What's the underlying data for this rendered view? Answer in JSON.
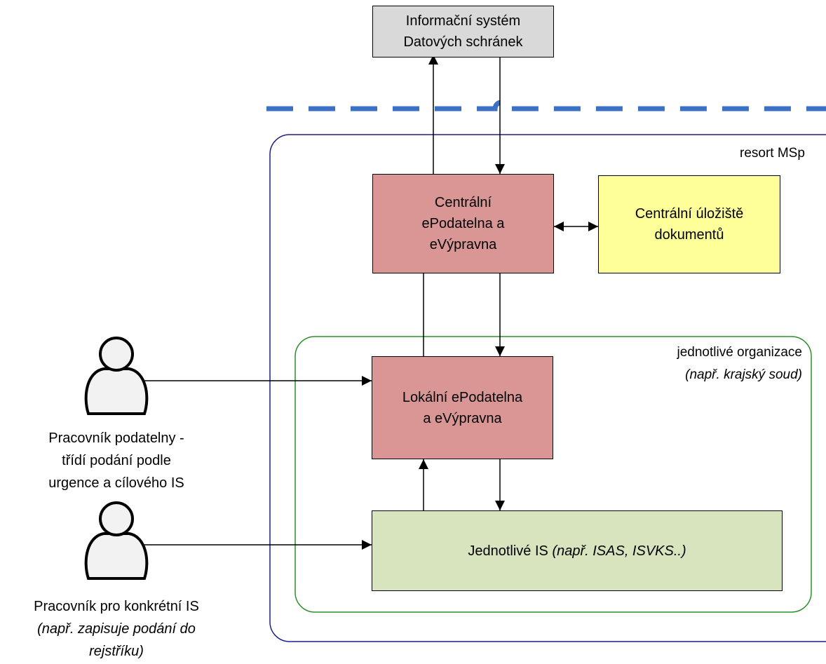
{
  "boxes": {
    "ids": {
      "line1": "Informační systém",
      "line2": "Datových schránek"
    },
    "central": {
      "line1": "Centrální",
      "line2": "ePodatelna a",
      "line3": "eVýpravna"
    },
    "storage": {
      "line1": "Centrální úložiště",
      "line2": "dokumentů"
    },
    "local": {
      "line1": "Lokální ePodatelna",
      "line2": "a eVýpravna"
    },
    "is": {
      "text": "Jednotlivé IS ",
      "example": "(např. ISAS, ISVKS..)"
    }
  },
  "regions": {
    "resort": "resort MSp",
    "org": {
      "line1": "jednotlivé organizace",
      "line2": "(např. krajský soud)"
    }
  },
  "actors": {
    "clerk": {
      "line1": "Pracovník podatelny -",
      "line2": "třídí podání podle",
      "line3": "urgence a cílového IS"
    },
    "is_worker": {
      "line1": "Pracovník pro konkrétní IS",
      "line2": "(např. zapisuje podání do",
      "line3": "rejstříku)"
    }
  },
  "colors": {
    "ids_fill": "#d9d9d9",
    "podatelna_fill": "#d99694",
    "storage_fill": "#ffff99",
    "is_fill": "#d7e4bd",
    "resort_border": "#1f1f8c",
    "org_border": "#2f8f2f",
    "boundary": "#3a70c6"
  }
}
